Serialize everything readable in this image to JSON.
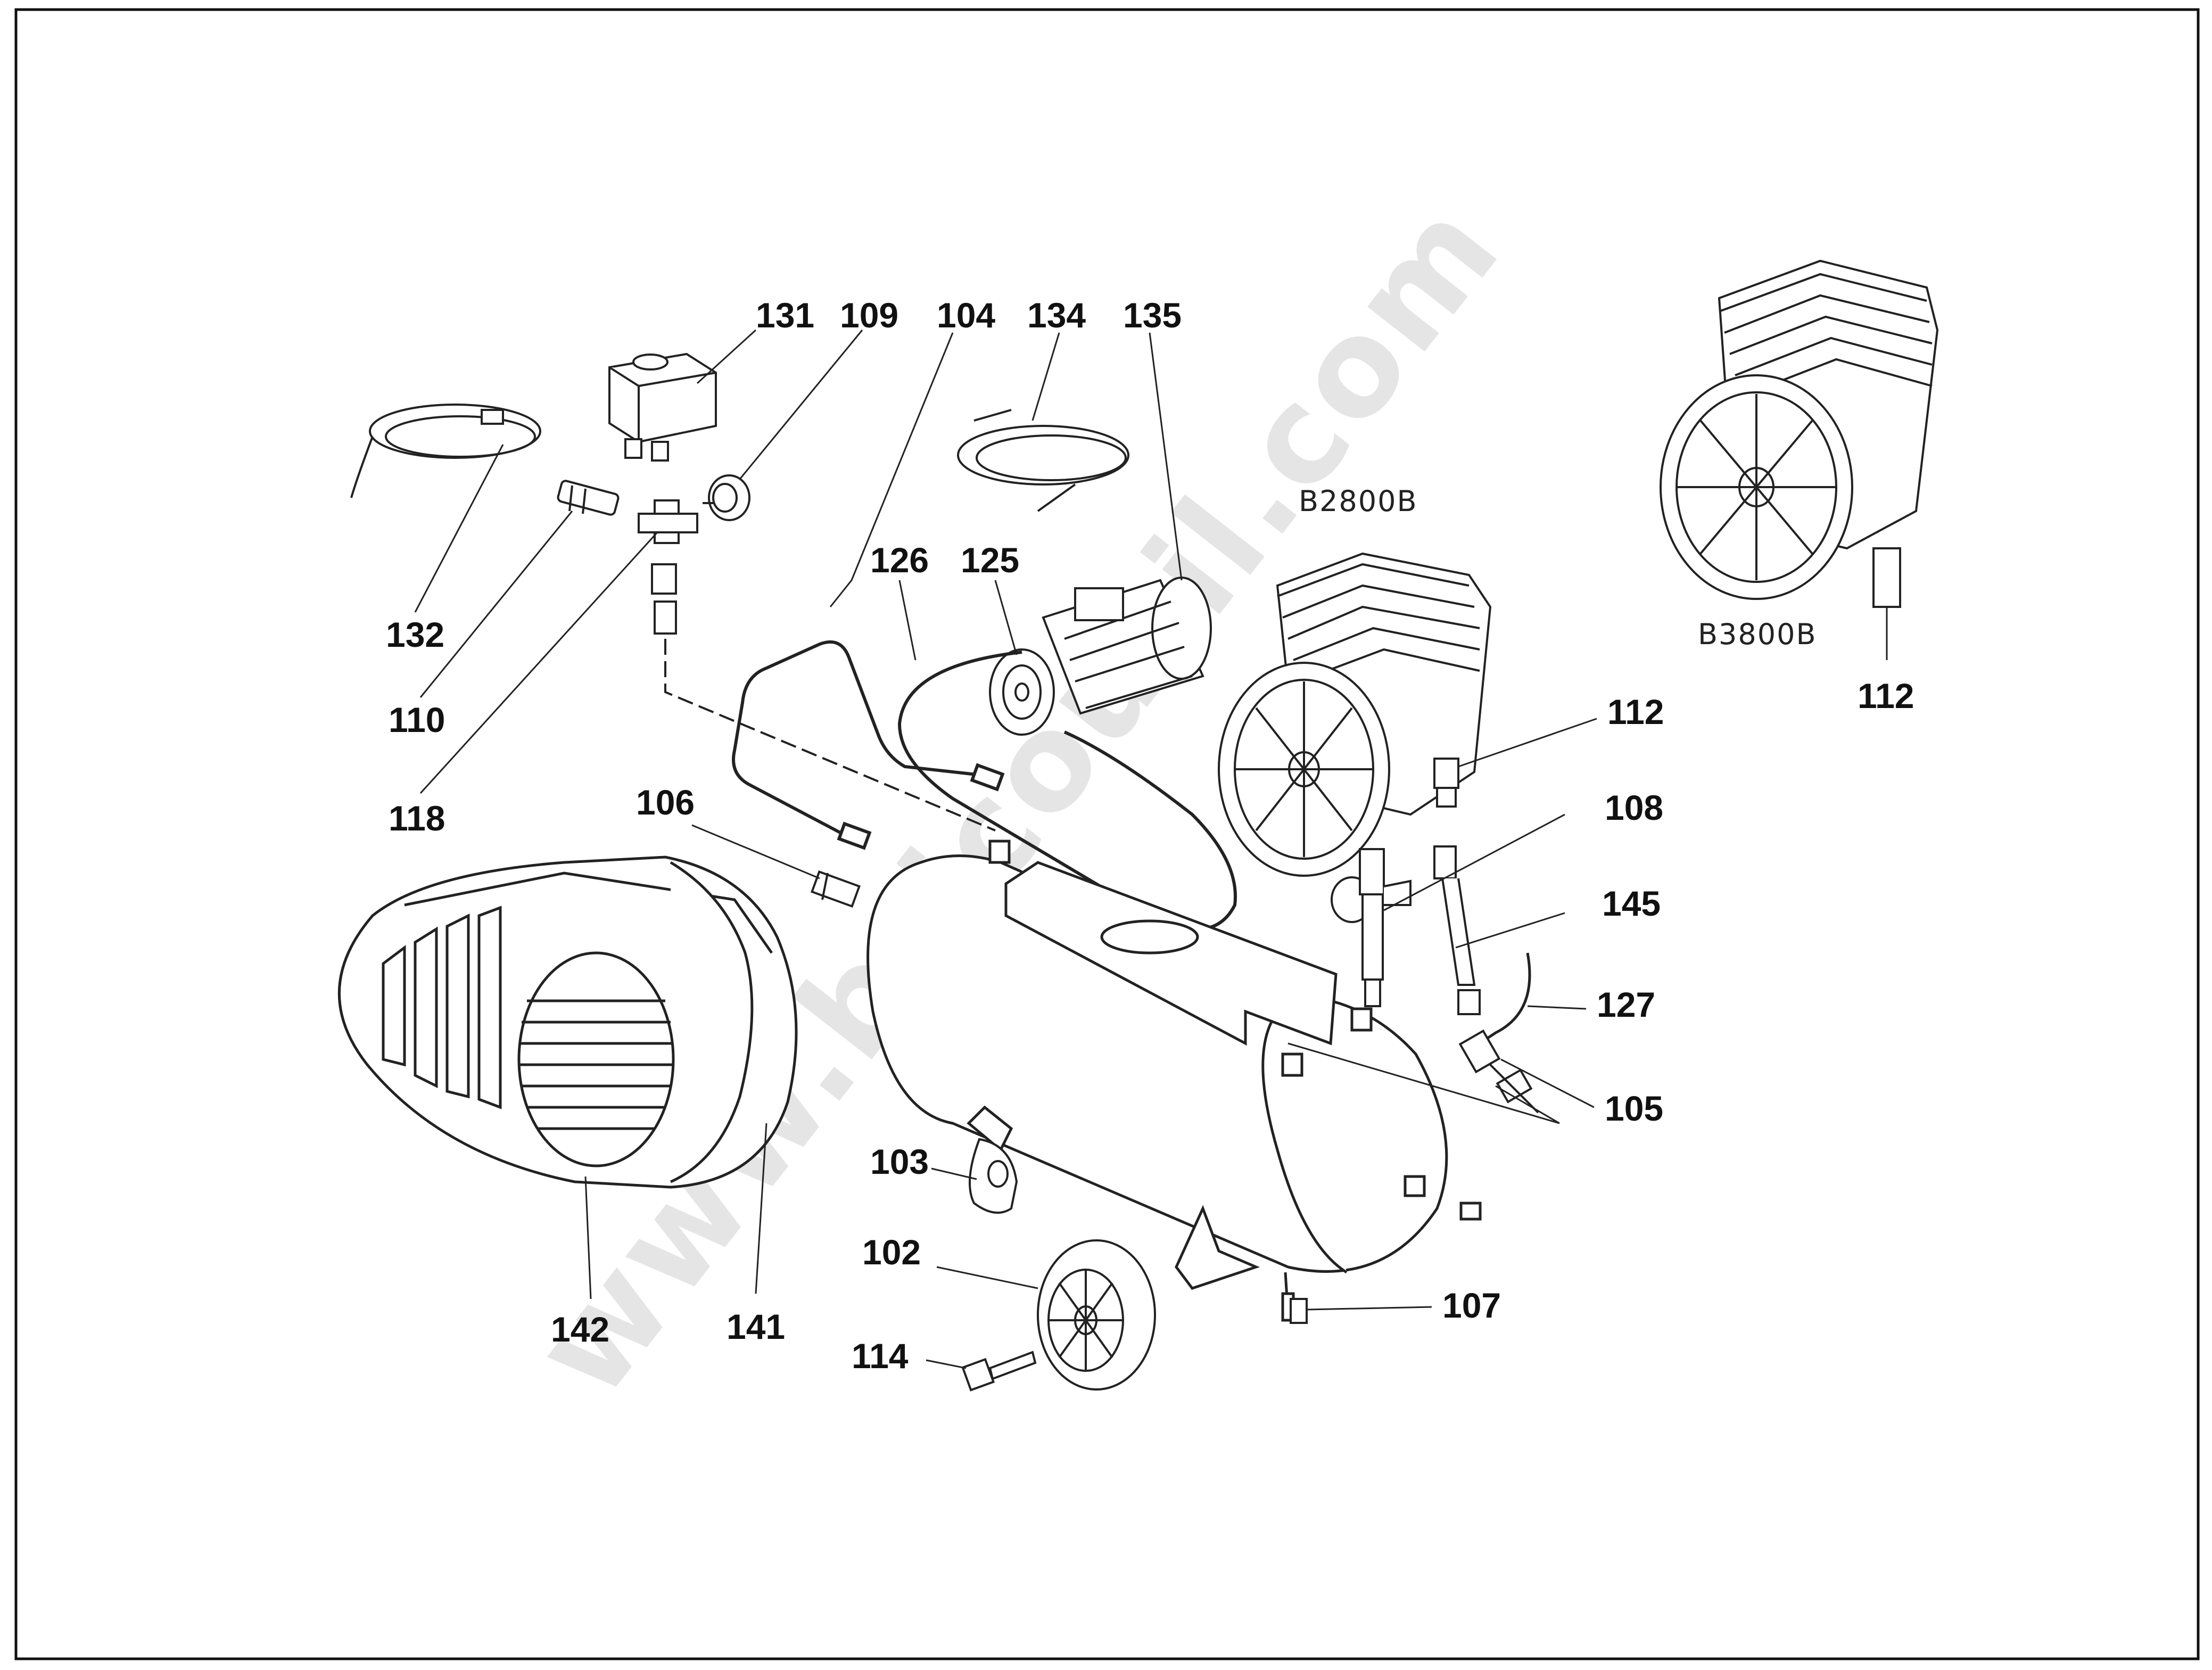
{
  "diagram": {
    "watermark": "www.bricoutil.com",
    "models": {
      "b2800": "B2800B",
      "b3800": "B3800B"
    },
    "labels": {
      "p131": "131",
      "p109": "109",
      "p104": "104",
      "p134": "134",
      "p135": "135",
      "p126": "126",
      "p125": "125",
      "p132": "132",
      "p110": "110",
      "p118": "118",
      "p106": "106",
      "p112a": "112",
      "p112b": "112",
      "p108": "108",
      "p145": "145",
      "p127": "127",
      "p105": "105",
      "p103": "103",
      "p102": "102",
      "p114": "114",
      "p107": "107",
      "p142": "142",
      "p141": "141"
    }
  }
}
